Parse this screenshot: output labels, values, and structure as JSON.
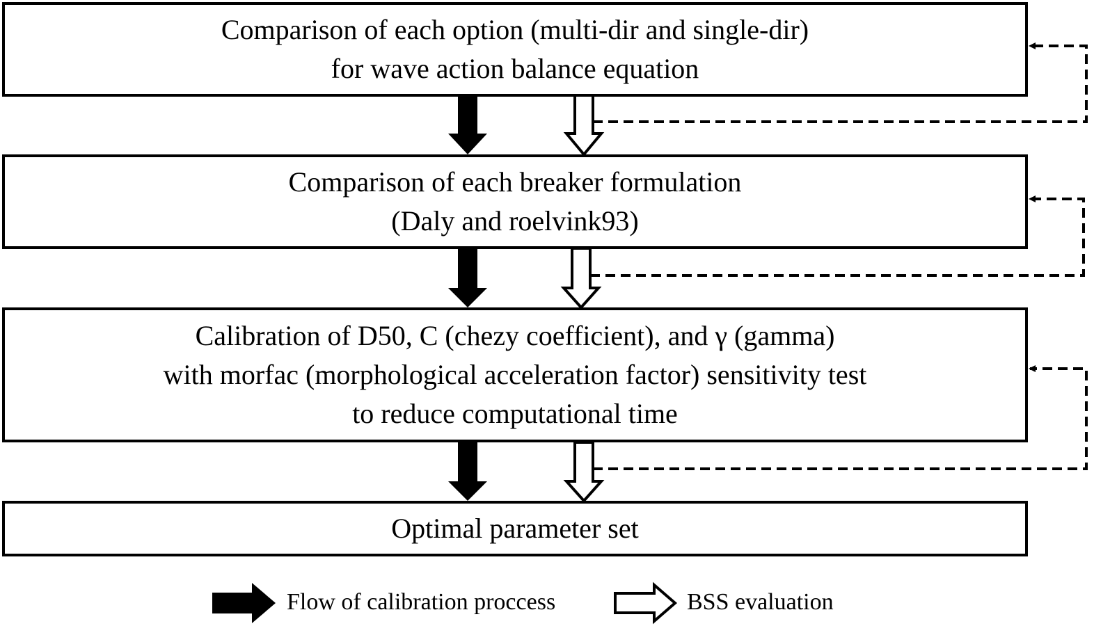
{
  "steps": [
    {
      "lines": [
        "Comparison of each option (multi-dir and single-dir)",
        "for wave action balance equation"
      ]
    },
    {
      "lines": [
        "Comparison of each breaker formulation",
        "(Daly and roelvink93)"
      ]
    },
    {
      "lines": [
        "Calibration of D50, C (chezy coefficient), and γ (gamma)",
        "with morfac (morphological acceleration factor) sensitivity test",
        "to reduce computational time"
      ]
    },
    {
      "lines": [
        "Optimal parameter set"
      ]
    }
  ],
  "legend": {
    "flow_label": "Flow of calibration proccess",
    "bss_label": "BSS evaluation"
  },
  "colors": {
    "stroke": "#000000",
    "background": "#ffffff",
    "flow_arrow_fill": "#000000",
    "bss_arrow_fill": "#ffffff"
  }
}
